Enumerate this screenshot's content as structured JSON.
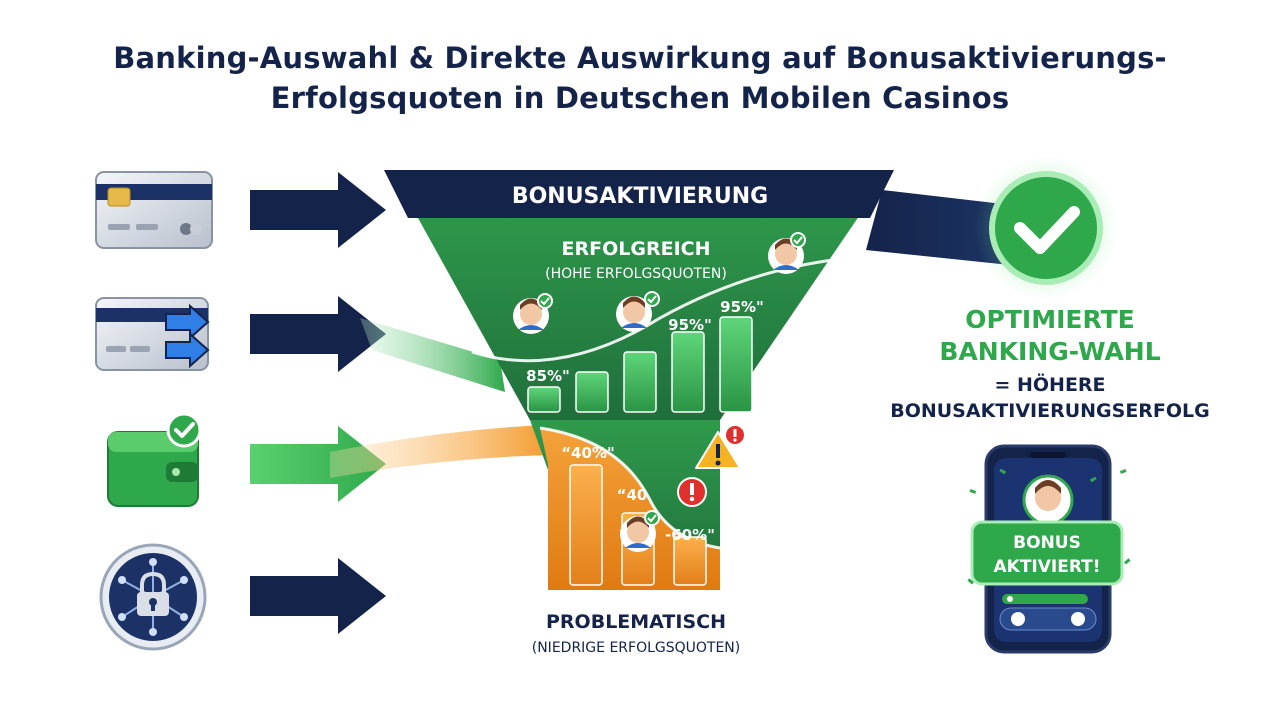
{
  "title_line1": "Banking-Auswahl & Direkte Auswirkung auf Bonusaktivierungs-",
  "title_line2": "Erfolgsquoten in Deutschen Mobilen Casinos",
  "funnel": {
    "header": "BONUSAKTIVIERUNG",
    "success_title": "ERFOLGREICH",
    "success_sub": "(HOHE ERFOLGSQUOTEN)",
    "problem_title": "PROBLEMATISCH",
    "problem_sub": "(NIEDRIGE ERFOLGSQUOTEN)"
  },
  "payment_methods": [
    {
      "icon": "credit-card-icon"
    },
    {
      "icon": "bank-transfer-card-icon"
    },
    {
      "icon": "e-wallet-icon"
    },
    {
      "icon": "secure-lock-network-icon"
    }
  ],
  "chart_data": [
    {
      "type": "bar",
      "name": "success-bars",
      "values": [
        25,
        40,
        60,
        80,
        95
      ],
      "ylim": [
        0,
        100
      ],
      "data_labels": [
        "85%\"",
        "95%\"",
        "95%\""
      ]
    },
    {
      "type": "bar",
      "name": "problem-bars",
      "values": [
        50,
        30,
        20
      ],
      "ylim": [
        0,
        100
      ],
      "data_labels": [
        "“40%\"",
        "“40",
        "-60%\""
      ]
    }
  ],
  "result": {
    "line1": "OPTIMIERTE",
    "line2": "BANKING-WAHL",
    "eq_line1": "= HÖHERE",
    "eq_line2": "BONUSAKTIVIERUNGSERFOLG",
    "phone_badge_line1": "BONUS",
    "phone_badge_line2": "AKTIVIERT!"
  },
  "colors": {
    "navy": "#14234a",
    "green": "#2ea84a",
    "dark_green": "#23733f",
    "orange": "#ef8a1c",
    "warning_red": "#e0302e",
    "warning_yellow": "#f5b324"
  }
}
